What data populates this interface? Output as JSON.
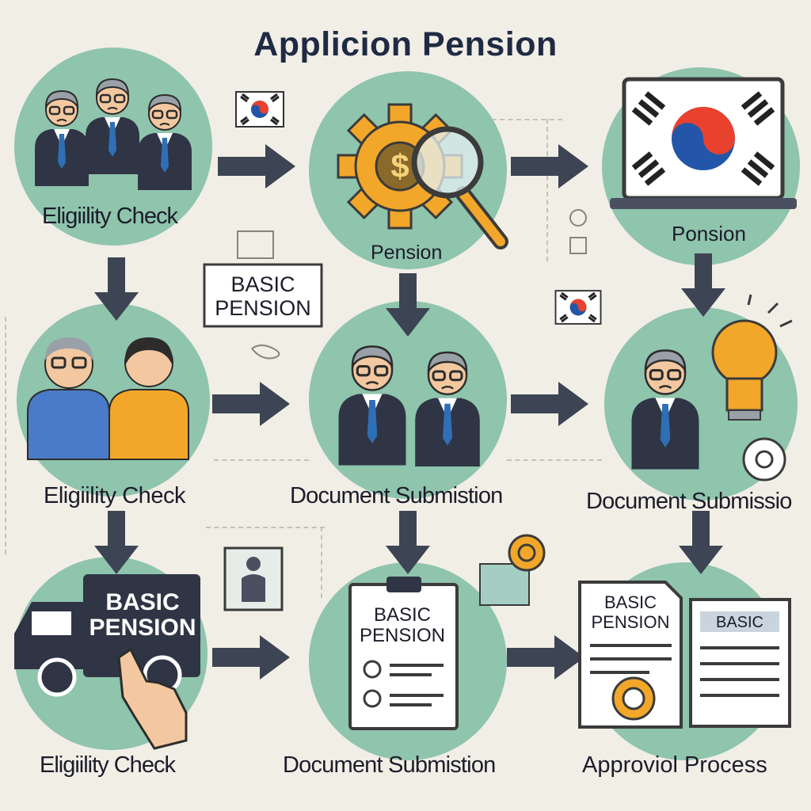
{
  "title": "Applicion Pension",
  "labels": {
    "r1c1": "Eligiility Check",
    "r1c2": "Pension",
    "r1c3": "Ponsion",
    "r2c1": "Eligiility Check",
    "r2c2": "Document Submistion",
    "r2c3": "Document Submissio",
    "r3c1": "Eligiility Check",
    "r3c2": "Document Submistion",
    "r3c3": "Approviol Process"
  },
  "signs": {
    "basic_pension_line1": "BASIC",
    "basic_pension_line2": "PENSION",
    "truck_line1": "BASIC",
    "truck_line2": "PENSION",
    "clipboard_line1": "BASIC",
    "clipboard_line2": "PENSION",
    "doc_left_line1": "BASIC",
    "doc_left_line2": "PENSION",
    "doc_right": "BASIC",
    "coin_symbol": "$"
  },
  "colors": {
    "circle": "#8fc4ad",
    "arrow": "#3d4454",
    "suit": "#2f3545",
    "gold": "#f2a72a",
    "flag_red": "#e8412e",
    "flag_blue": "#2356a8"
  }
}
